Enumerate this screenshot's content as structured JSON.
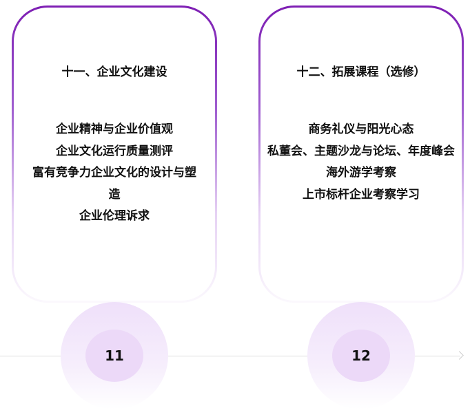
{
  "cards": [
    {
      "title": "十一、企业文化建设",
      "items": [
        "企业精神与企业价值观",
        "企业文化运行质量测评",
        "富有竞争力企业文化的设计与塑造",
        "企业伦理诉求"
      ],
      "number": "11"
    },
    {
      "title": "十二、拓展课程（选修）",
      "items": [
        "商务礼仪与阳光心态",
        "私董会、主题沙龙与论坛、年度峰会",
        "海外游学考察",
        "上市标杆企业考察学习"
      ],
      "number": "12"
    }
  ],
  "colors": {
    "accent": "#7d1db3",
    "circle": "#ecd9f8"
  }
}
